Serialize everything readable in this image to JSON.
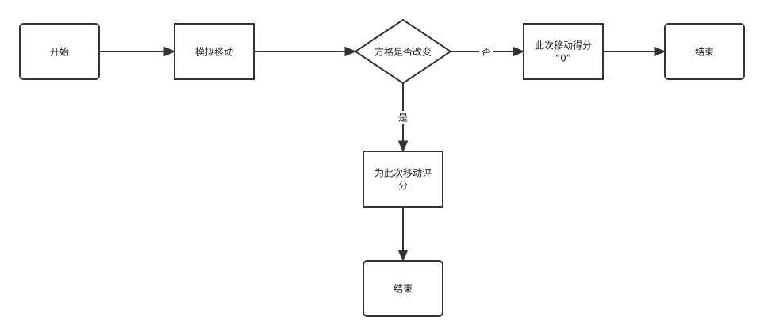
{
  "nodes": {
    "start": {
      "label": "开始"
    },
    "simulate": {
      "label": "模拟移动"
    },
    "decision": {
      "label": "方格是否改变"
    },
    "score_zero": {
      "line1": "此次移动得分",
      "line2": "“0”"
    },
    "end_right": {
      "label": "结束"
    },
    "score_move": {
      "line1": "为此次移动评",
      "line2": "分"
    },
    "end_bottom": {
      "label": "结束"
    }
  },
  "edges": {
    "no_label": "否",
    "yes_label": "是"
  },
  "colors": {
    "stroke": "#333333",
    "fill": "#ffffff",
    "text": "#222222"
  }
}
